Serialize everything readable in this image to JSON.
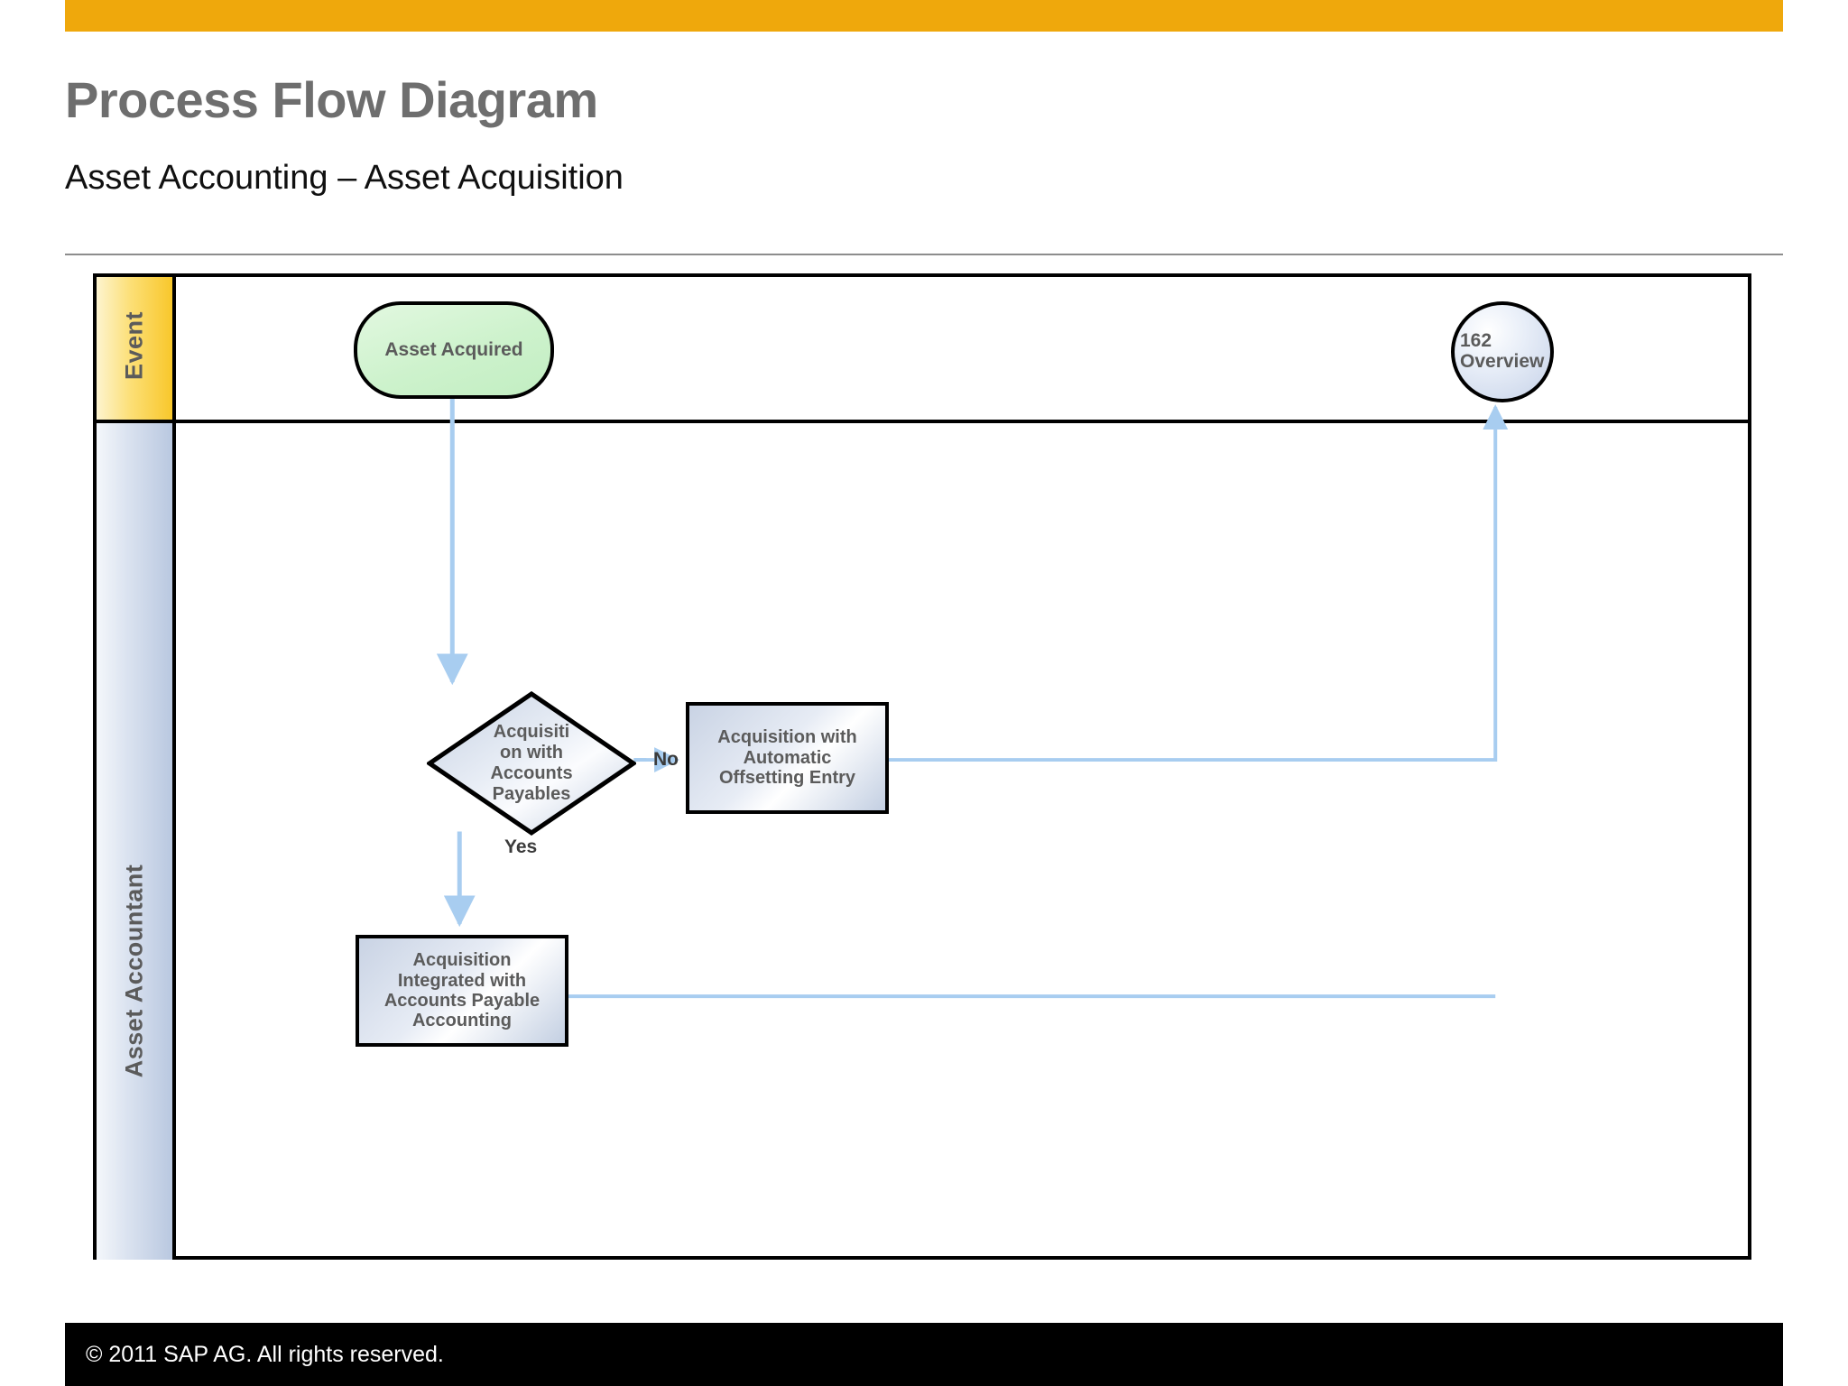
{
  "header": {
    "title": "Process Flow Diagram",
    "subtitle": "Asset Accounting – Asset Acquisition",
    "accent_color": "#efa80c"
  },
  "diagram": {
    "lanes": [
      {
        "id": "event",
        "label": "Event",
        "band_color": "#f8c72b"
      },
      {
        "id": "asset-accountant",
        "label": "Asset Accountant",
        "band_color": "#b9c8e0"
      }
    ],
    "nodes": [
      {
        "id": "asset-acquired",
        "type": "start-event",
        "label": "Asset Acquired",
        "lane": "event",
        "fill": "#cdf2cc"
      },
      {
        "id": "162-overview",
        "type": "terminator",
        "label": "162 Overview",
        "line1": "162",
        "line2": "Overview",
        "lane": "event",
        "fill": "#d6e0f0"
      },
      {
        "id": "decision-acq-with-ap",
        "type": "decision",
        "label": "Acquisiti on with Accounts Payables",
        "line1": "Acquisiti",
        "line2": "on with",
        "line3": "Accounts",
        "line4": "Payables",
        "lane": "asset-accountant",
        "fill": "#cfd9e8"
      },
      {
        "id": "acq-automatic-offsetting",
        "type": "process",
        "label": "Acquisition with Automatic Offsetting Entry",
        "line1": "Acquisition with",
        "line2": "Automatic",
        "line3": "Offsetting Entry",
        "lane": "asset-accountant",
        "fill": "#cfd9e8"
      },
      {
        "id": "acq-integrated-ap",
        "type": "process",
        "label": "Acquisition Integrated with Accounts Payable Accounting",
        "line1": "Acquisition",
        "line2": "Integrated with",
        "line3": "Accounts Payable",
        "line4": "Accounting",
        "lane": "asset-accountant",
        "fill": "#cfd9e8"
      }
    ],
    "edges": [
      {
        "id": "e-start-to-decision",
        "from": "asset-acquired",
        "to": "decision-acq-with-ap",
        "label": ""
      },
      {
        "id": "e-decision-no",
        "from": "decision-acq-with-ap",
        "to": "acq-automatic-offsetting",
        "label": "No"
      },
      {
        "id": "e-decision-yes",
        "from": "decision-acq-with-ap",
        "to": "acq-integrated-ap",
        "label": "Yes"
      },
      {
        "id": "e-offsetting-to-overview",
        "from": "acq-automatic-offsetting",
        "to": "162-overview",
        "label": ""
      },
      {
        "id": "e-integrated-to-overview",
        "from": "acq-integrated-ap",
        "to": "162-overview",
        "label": ""
      }
    ],
    "connector_color": "#a8cdf0"
  },
  "footer": {
    "copyright": "©  2011 SAP AG. All rights reserved."
  }
}
